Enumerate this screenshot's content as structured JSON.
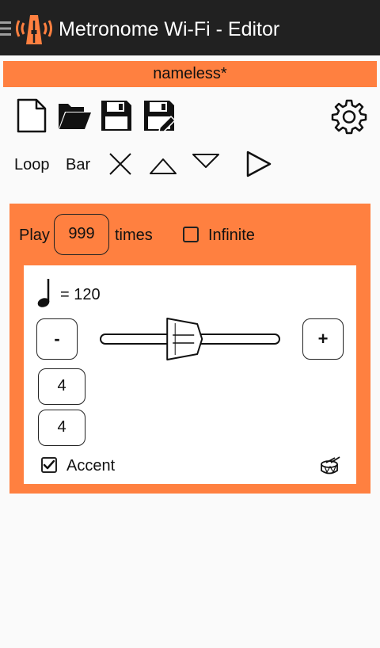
{
  "app": {
    "title": "Metronome Wi-Fi - Editor"
  },
  "document": {
    "name": "nameless*"
  },
  "toolbar": {
    "loop_label": "Loop",
    "bar_label": "Bar"
  },
  "play": {
    "play_label": "Play",
    "count": "999",
    "times_label": "times",
    "infinite_label": "Infinite",
    "infinite_checked": false
  },
  "tempo": {
    "value_text": "= 120",
    "minus_label": "-",
    "plus_label": "+",
    "slider_fraction": 0.47
  },
  "time_signature": {
    "numerator": "4",
    "denominator": "4"
  },
  "accent": {
    "label": "Accent",
    "checked": true
  },
  "colors": {
    "accent": "#ff8040",
    "appbar": "#212121"
  },
  "icons": [
    "menu-icon",
    "metronome-logo-icon",
    "new-file-icon",
    "open-folder-icon",
    "save-icon",
    "save-as-icon",
    "settings-gear-icon",
    "delete-x-icon",
    "move-up-icon",
    "move-down-icon",
    "play-icon",
    "quarter-note-icon",
    "drum-icon"
  ]
}
